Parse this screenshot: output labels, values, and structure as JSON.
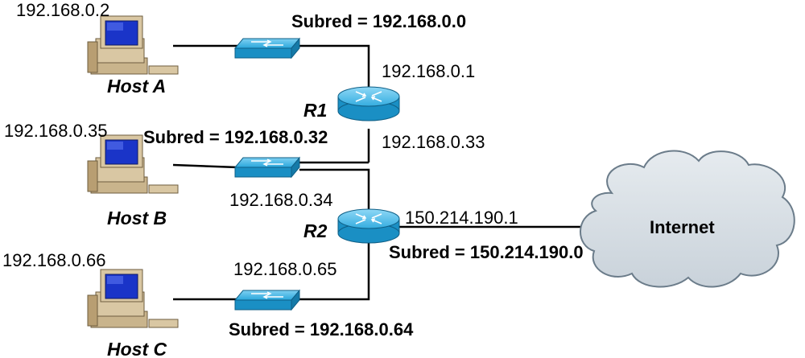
{
  "hosts": {
    "a": {
      "name": "Host A",
      "ip": "192.168.0.2"
    },
    "b": {
      "name": "Host B",
      "ip": "192.168.0.35"
    },
    "c": {
      "name": "Host C",
      "ip": "192.168.0.66"
    }
  },
  "routers": {
    "r1": {
      "name": "R1",
      "ip_top": "192.168.0.1",
      "ip_bottom": "192.168.0.33"
    },
    "r2": {
      "name": "R2",
      "ip_left": "192.168.0.34",
      "ip_right": "150.214.190.1",
      "ip_bottom": "192.168.0.65"
    }
  },
  "subnets": {
    "s0": "Subred = 192.168.0.0",
    "s32": "Subred = 192.168.0.32",
    "s64": "Subred = 192.168.0.64",
    "sinet": "Subred = 150.214.190.0"
  },
  "cloud": {
    "label": "Internet"
  },
  "colors": {
    "device_blue": "#2aa7dc",
    "device_dark": "#157aa8",
    "cloud_fill": "#d6dde3",
    "cloud_stroke": "#6b7c8a",
    "pc_body": "#d9c7a3",
    "pc_screen": "#1a34c8"
  }
}
